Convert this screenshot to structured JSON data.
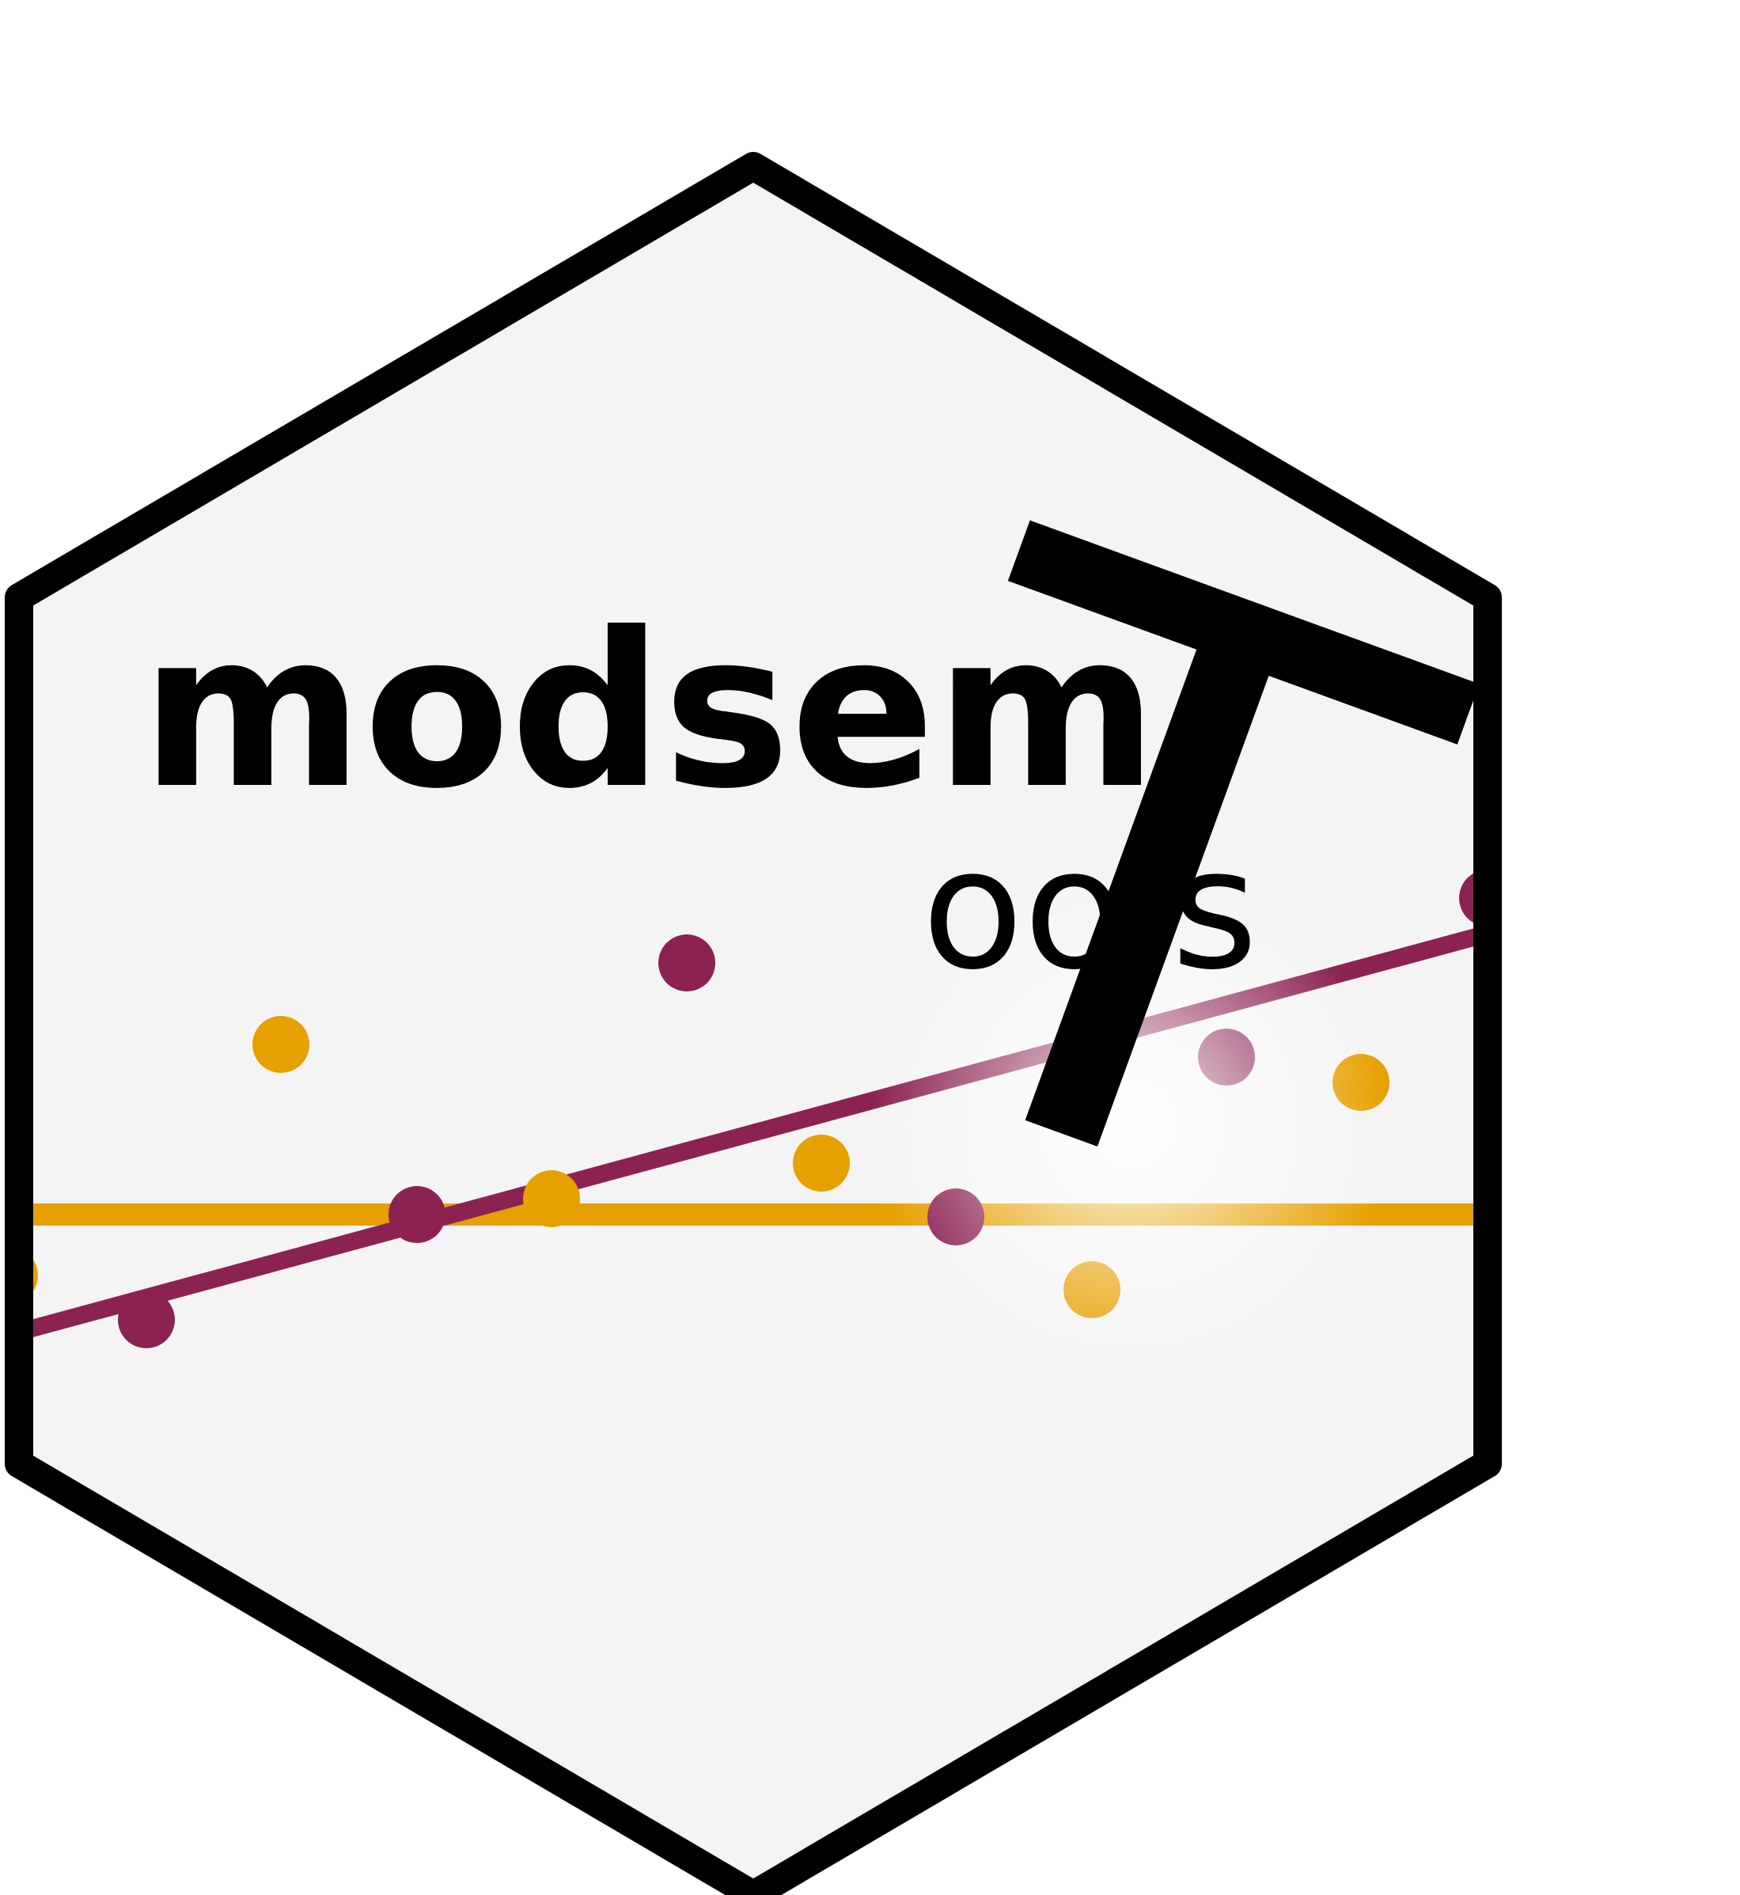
{
  "logo": {
    "wordmark_main": "modsem",
    "wordmark_t": "T",
    "wordmark_rest": "ools"
  },
  "colors": {
    "background": "#ffffff",
    "hex_fill": "#f4f4f4",
    "hex_border": "#000000",
    "series_purple": "#8b2252",
    "series_orange": "#e6a000",
    "text": "#000000"
  },
  "graphic": {
    "description_type": "decorative scatter with two fitted lines inside a hexagon badge",
    "series": [
      {
        "color_key": "series_purple",
        "trend": "increasing"
      },
      {
        "color_key": "series_orange",
        "trend": "flat"
      }
    ]
  }
}
